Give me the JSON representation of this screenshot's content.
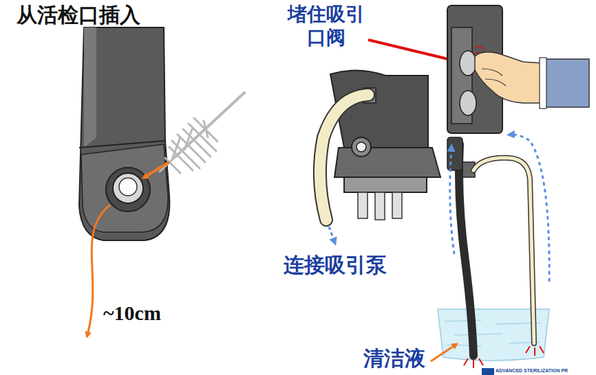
{
  "diagram": {
    "labels": [
      "从活检口插入",
      "~10cm",
      "堵住吸引口阀",
      "连接吸引泵",
      "清洁液",
      "ADVANCED STERILIZATION PR"
    ]
  }
}
